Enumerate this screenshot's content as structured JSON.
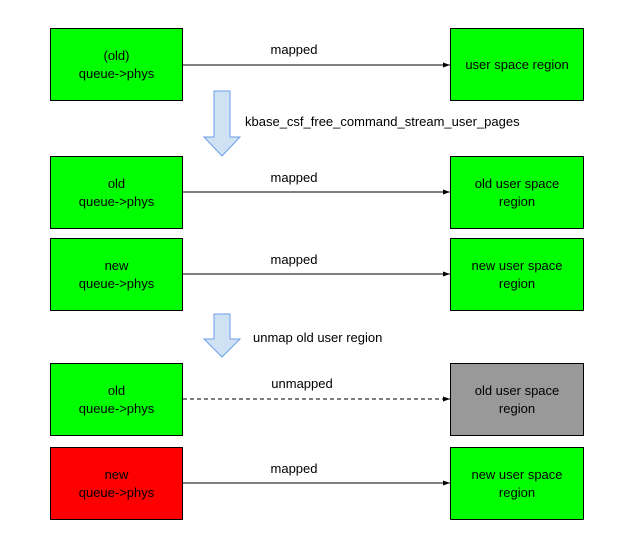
{
  "colors": {
    "green": "#00ff00",
    "red": "#ff0000",
    "gray": "#999999",
    "arrow_fill": "#cfe2f3",
    "arrow_stroke": "#6d9eeb",
    "line": "#000000"
  },
  "rows": [
    {
      "left": {
        "line1": "(old)",
        "line2": "queue->phys",
        "color": "green"
      },
      "edge": {
        "label": "mapped",
        "style": "solid"
      },
      "right": {
        "line1": "user space region",
        "line2": "",
        "color": "green"
      }
    },
    {
      "left": {
        "line1": "old",
        "line2": "queue->phys",
        "color": "green"
      },
      "edge": {
        "label": "mapped",
        "style": "solid"
      },
      "right": {
        "line1": "old user space",
        "line2": "region",
        "color": "green"
      }
    },
    {
      "left": {
        "line1": "new",
        "line2": "queue->phys",
        "color": "green"
      },
      "edge": {
        "label": "mapped",
        "style": "solid"
      },
      "right": {
        "line1": "new user space",
        "line2": "region",
        "color": "green"
      }
    },
    {
      "left": {
        "line1": "old",
        "line2": "queue->phys",
        "color": "green"
      },
      "edge": {
        "label": "unmapped",
        "style": "dashed"
      },
      "right": {
        "line1": "old user space",
        "line2": "region",
        "color": "gray"
      }
    },
    {
      "left": {
        "line1": "new",
        "line2": "queue->phys",
        "color": "red"
      },
      "edge": {
        "label": "mapped",
        "style": "solid"
      },
      "right": {
        "line1": "new user space",
        "line2": "region",
        "color": "green"
      }
    }
  ],
  "steps": [
    {
      "label": "kbase_csf_free_command_stream_user_pages"
    },
    {
      "label": "unmap old user region"
    }
  ]
}
